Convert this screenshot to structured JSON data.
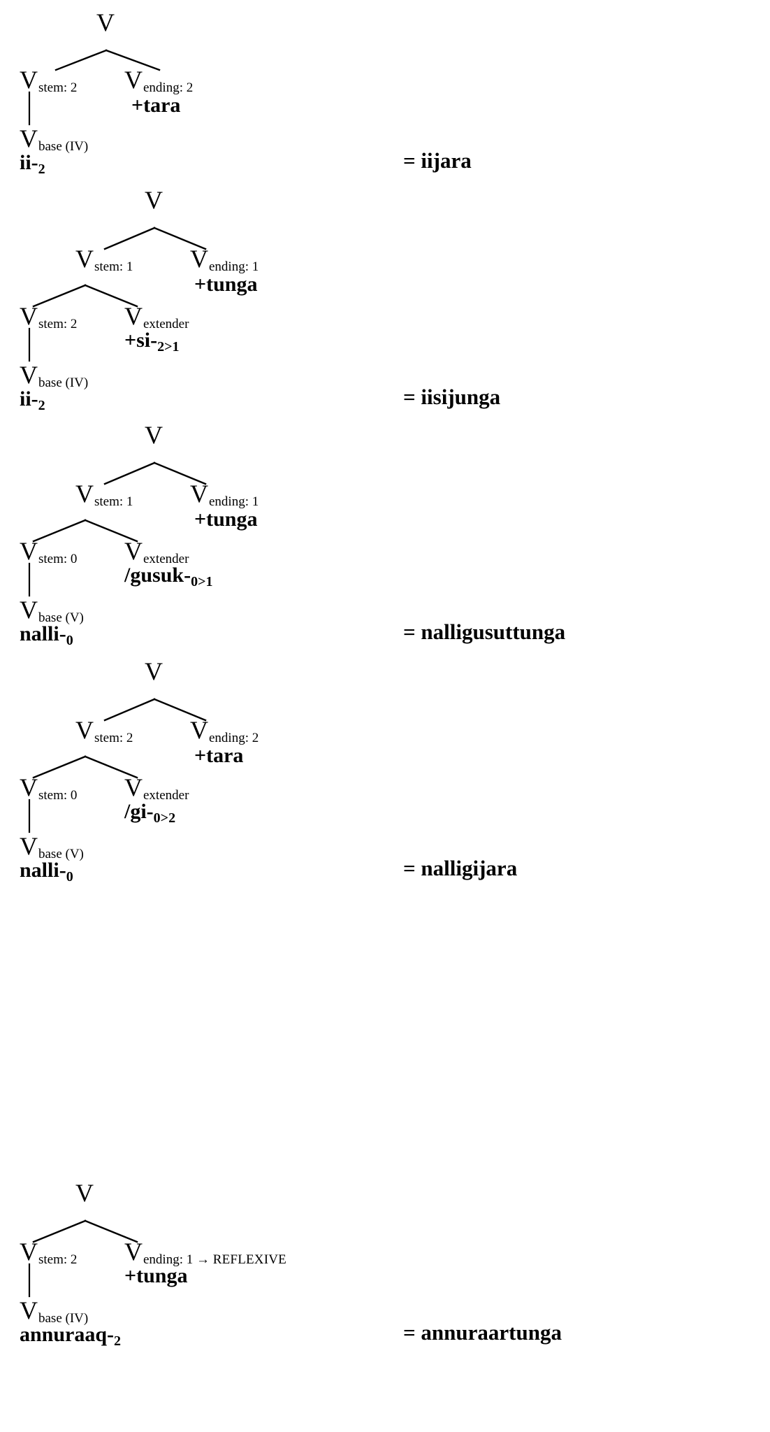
{
  "document": {
    "type": "morphological-derivation-trees",
    "language_example": "Greenlandic / Inuit verb morphology",
    "background_color": "#ffffff",
    "text_color": "#000000"
  },
  "symbols": {
    "root_category": "V",
    "equals": "=",
    "arrow": "→"
  },
  "derivations": [
    {
      "id": "deriv-1",
      "root": {
        "cat": "V",
        "sub": ""
      },
      "stem": {
        "cat": "V",
        "sub": "stem: 2"
      },
      "ending": {
        "cat": "V",
        "sub": "ending: 2",
        "form": "+tara"
      },
      "extender": null,
      "base": {
        "cat": "V",
        "sub": "base (IV)",
        "form": "ii-",
        "index": "2"
      },
      "result": "= iijara"
    },
    {
      "id": "deriv-2",
      "root": {
        "cat": "V",
        "sub": ""
      },
      "stem": {
        "cat": "V",
        "sub": "stem: 1"
      },
      "ending": {
        "cat": "V",
        "sub": "ending: 1",
        "form": "+tunga"
      },
      "inner_stem": {
        "cat": "V",
        "sub": "stem: 2"
      },
      "extender": {
        "cat": "V",
        "sub": "extender",
        "form": "+si-",
        "index": "2>1"
      },
      "base": {
        "cat": "V",
        "sub": "base (IV)",
        "form": "ii-",
        "index": "2"
      },
      "result": "= iisijunga"
    },
    {
      "id": "deriv-3",
      "root": {
        "cat": "V",
        "sub": ""
      },
      "stem": {
        "cat": "V",
        "sub": "stem: 1"
      },
      "ending": {
        "cat": "V",
        "sub": "ending: 1",
        "form": "+tunga"
      },
      "inner_stem": {
        "cat": "V",
        "sub": "stem: 0"
      },
      "extender": {
        "cat": "V",
        "sub": "extender",
        "form": "/gusuk-",
        "index": "0>1"
      },
      "base": {
        "cat": "V",
        "sub": "base (V)",
        "form": "nalli-",
        "index": "0"
      },
      "result": "= nalligusuttunga"
    },
    {
      "id": "deriv-4",
      "root": {
        "cat": "V",
        "sub": ""
      },
      "stem": {
        "cat": "V",
        "sub": "stem: 2"
      },
      "ending": {
        "cat": "V",
        "sub": "ending: 2",
        "form": "+tara"
      },
      "inner_stem": {
        "cat": "V",
        "sub": "stem: 0"
      },
      "extender": {
        "cat": "V",
        "sub": "extender",
        "form": "/gi-",
        "index": "0>2"
      },
      "base": {
        "cat": "V",
        "sub": "base (V)",
        "form": "nalli-",
        "index": "0"
      },
      "result": "= nalligijara"
    },
    {
      "id": "deriv-5",
      "root": {
        "cat": "V",
        "sub": ""
      },
      "stem": {
        "cat": "V",
        "sub": "stem: 2"
      },
      "ending": {
        "cat": "V",
        "sub": "ending: 1 → ",
        "sub_smallcaps": "REFLEXIVE",
        "form": "+tunga"
      },
      "extender": null,
      "base": {
        "cat": "V",
        "sub": "base (IV)",
        "form": "annuraaq-",
        "index": "2"
      },
      "result": "= annuraartunga"
    }
  ]
}
